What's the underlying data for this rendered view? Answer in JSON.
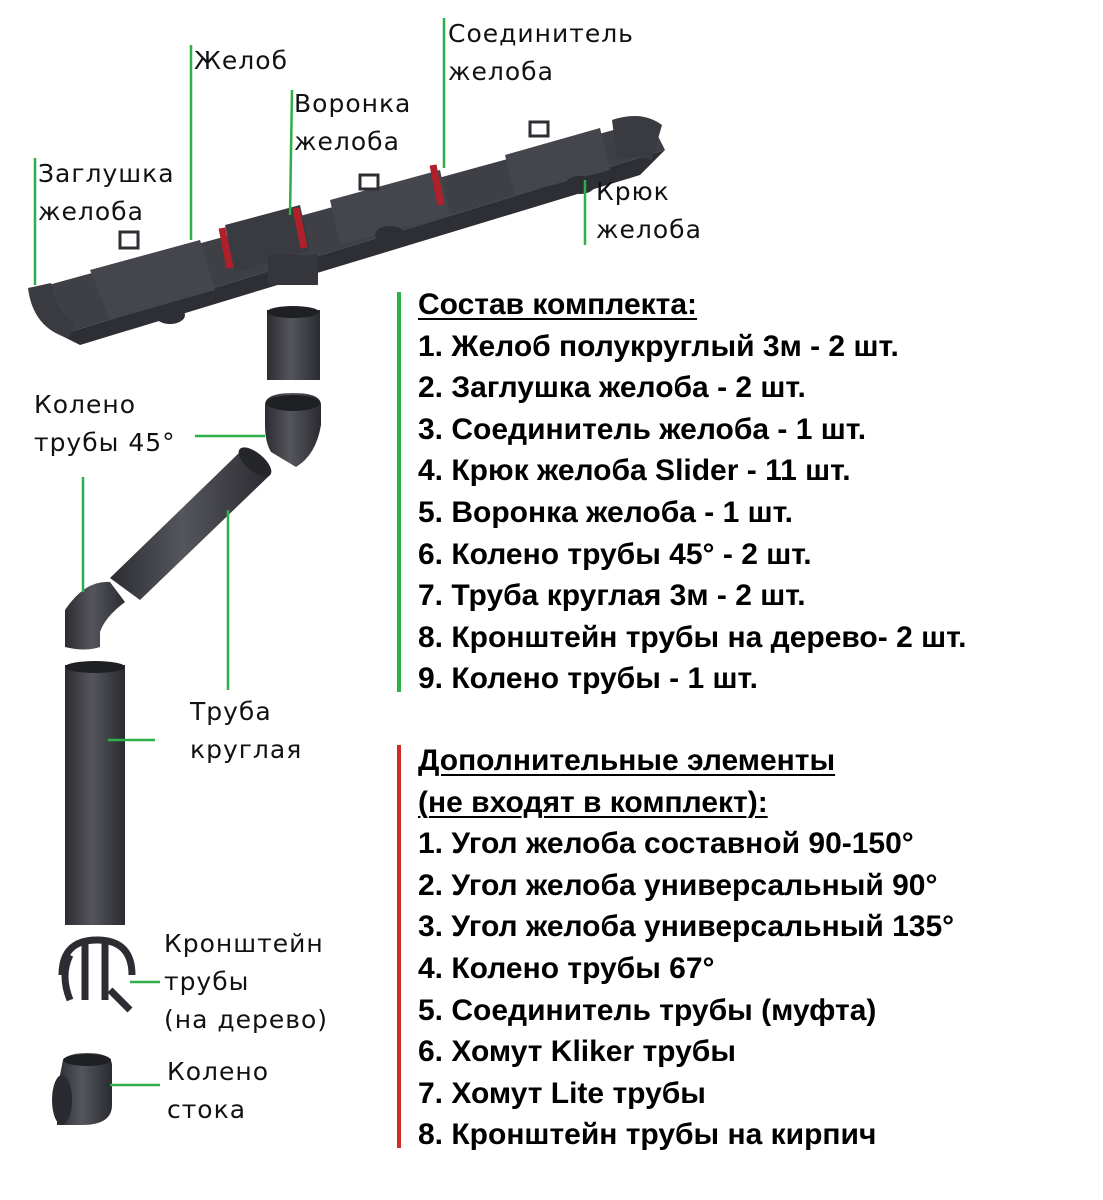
{
  "labels": {
    "gutter": "Желоб",
    "connector": [
      "Соединитель",
      "желоба"
    ],
    "funnel": [
      "Воронка",
      "желоба"
    ],
    "cap": [
      "Заглушка",
      "желоба"
    ],
    "hook": [
      "Крюк",
      "желоба"
    ],
    "elbow45": [
      "Колено",
      "трубы 45°"
    ],
    "pipe": [
      "Труба",
      "круглая"
    ],
    "bracket": [
      "Кронштейн",
      "трубы",
      "(на дерево)"
    ],
    "outlet": [
      "Колено",
      "стока"
    ]
  },
  "kit": {
    "title": "Состав комплекта:",
    "items": [
      "1. Желоб полукруглый 3м - 2 шт.",
      "2. Заглушка желоба - 2 шт.",
      "3. Соединитель желоба - 1 шт.",
      "4. Крюк желоба Slider - 11 шт.",
      "5. Воронка желоба - 1 шт.",
      "6. Колено трубы 45° - 2 шт.",
      "7. Труба круглая 3м - 2 шт.",
      "8. Кронштейн трубы на дерево- 2 шт.",
      "9. Колено трубы - 1 шт."
    ]
  },
  "extra": {
    "title": [
      "Дополнительные элементы",
      "(не входят в комплект):"
    ],
    "items": [
      "1. Угол желоба составной 90-150°",
      "2. Угол желоба универсальный 90°",
      "3. Угол желоба универсальный 135°",
      "4. Колено трубы 67°",
      "5. Соединитель трубы (муфта)",
      "6. Хомут Kliker трубы",
      "7. Хомут Lite трубы",
      "8. Кронштейн трубы на кирпич"
    ]
  },
  "colors": {
    "product": "#3f4046",
    "seal": "#b0202a",
    "leader": "#2fae4a",
    "extra_bar": "#d42a2a"
  }
}
